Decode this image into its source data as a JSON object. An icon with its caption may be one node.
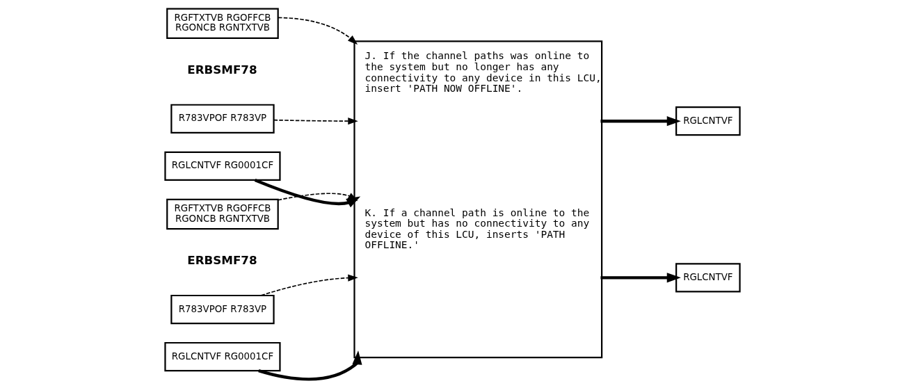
{
  "diagram": {
    "nodes": [
      {
        "text": [
          "RGFTXTVB RGOFFCB RGONCB RGNTXTVB"
        ]
      },
      {
        "text": [
          "R783VPOF R783VP"
        ]
      },
      {
        "text": [
          "RGLCNTVF RG0001CF"
        ]
      },
      {
        "text": [
          "RGFTXTVB RGOFFCB RGONCB RGNTXTVB"
        ]
      },
      {
        "text": [
          "R783VPOF R783VP"
        ]
      },
      {
        "text": [
          "RGLCNTVF RG0001CF"
        ]
      },
      {
        "text": [
          "J. If the channel paths was online to the system but no longer has any connectivity to any device in this LCU, insert 'PATH NOW OFFLINE'.",
          "K. If a channel path is online to the system but has no connectivity to any device of this LCU, inserts 'PATH OFFLINE.'"
        ]
      },
      {
        "text": [
          "RGLCNTVF"
        ]
      },
      {
        "text": [
          "RGLCNTVF"
        ]
      }
    ],
    "edges": [
      {
        "from": 0,
        "to": 6,
        "arrow": "to",
        "style": "dashed"
      },
      {
        "from": 1,
        "to": 6,
        "arrow": "to",
        "style": "dashed"
      },
      {
        "from": 2,
        "to": 6,
        "arrow": "to",
        "style": "thick"
      },
      {
        "from": 3,
        "to": 6,
        "arrow": "to",
        "style": "dashed"
      },
      {
        "from": 4,
        "to": 6,
        "arrow": "to",
        "style": "dashed"
      },
      {
        "from": 5,
        "to": 6,
        "arrow": "to",
        "style": "thick"
      },
      {
        "from": 6,
        "to": 7,
        "arrow": "to",
        "style": "thick"
      },
      {
        "from": 6,
        "to": 8,
        "arrow": "to",
        "style": "thick"
      }
    ],
    "labels": [
      "ERBSMF78",
      "ERBSMF78"
    ]
  }
}
